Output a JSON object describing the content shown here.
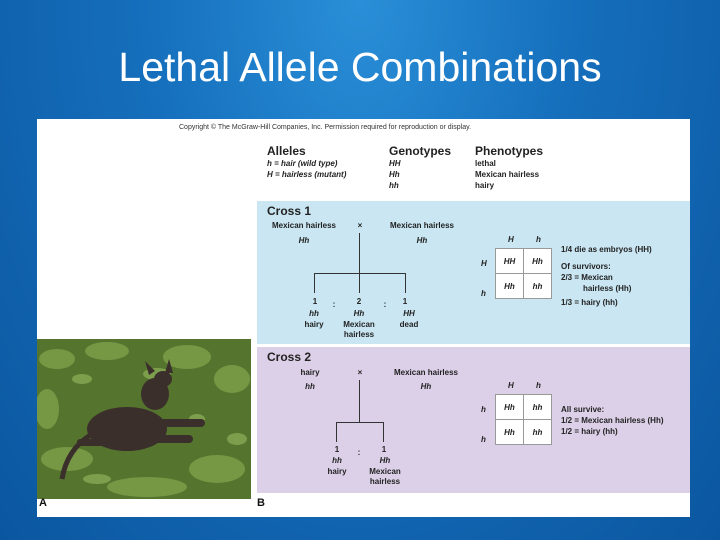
{
  "slide": {
    "title": "Lethal Allele Combinations"
  },
  "figure": {
    "copyright": "Copyright © The McGraw-Hill Companies, Inc. Permission required for reproduction or display.",
    "panel_a": "A",
    "panel_b": "B",
    "alleles": {
      "header": "Alleles",
      "lines": [
        "h = hair (wild type)",
        "H = hairless (mutant)"
      ]
    },
    "genotypes": {
      "header": "Genotypes",
      "lines": [
        "HH",
        "Hh",
        "hh"
      ]
    },
    "phenotypes": {
      "header": "Phenotypes",
      "lines": [
        "lethal",
        "Mexican hairless",
        "hairy"
      ]
    },
    "cross1": {
      "title": "Cross 1",
      "parent1": "Mexican hairless",
      "parent1_geno": "Hh",
      "times": "×",
      "parent2": "Mexican hairless",
      "parent2_geno": "Hh",
      "ratio": [
        "1",
        ":",
        "2",
        ":",
        "1"
      ],
      "offspring": [
        {
          "geno": "hh",
          "pheno": "hairy"
        },
        {
          "geno": "Hh",
          "pheno": "Mexican hairless"
        },
        {
          "geno": "HH",
          "pheno": "dead"
        }
      ],
      "punnett": {
        "cols": [
          "H",
          "h"
        ],
        "rows": [
          "H",
          "h"
        ],
        "cells": [
          [
            "HH",
            "Hh"
          ],
          [
            "Hh",
            "hh"
          ]
        ]
      },
      "notes": [
        "1/4 die as embryos (HH)",
        "Of survivors:",
        "2/3 = Mexican",
        "hairless (Hh)",
        "1/3 = hairy (hh)"
      ]
    },
    "cross2": {
      "title": "Cross 2",
      "parent1": "hairy",
      "parent1_geno": "hh",
      "times": "×",
      "parent2": "Mexican hairless",
      "parent2_geno": "Hh",
      "ratio": [
        "1",
        ":",
        "1"
      ],
      "offspring": [
        {
          "geno": "hh",
          "pheno": "hairy"
        },
        {
          "geno": "Hh",
          "pheno": "Mexican hairless"
        }
      ],
      "punnett": {
        "cols": [
          "H",
          "h"
        ],
        "rows": [
          "h",
          "h"
        ],
        "cells": [
          [
            "Hh",
            "hh"
          ],
          [
            "Hh",
            "hh"
          ]
        ]
      },
      "notes": [
        "All survive:",
        "1/2 = Mexican hairless (Hh)",
        "1/2 = hairy (hh)"
      ]
    },
    "colors": {
      "cross1_bg": "#c9e6f2",
      "cross2_bg": "#dcd0e8"
    }
  }
}
